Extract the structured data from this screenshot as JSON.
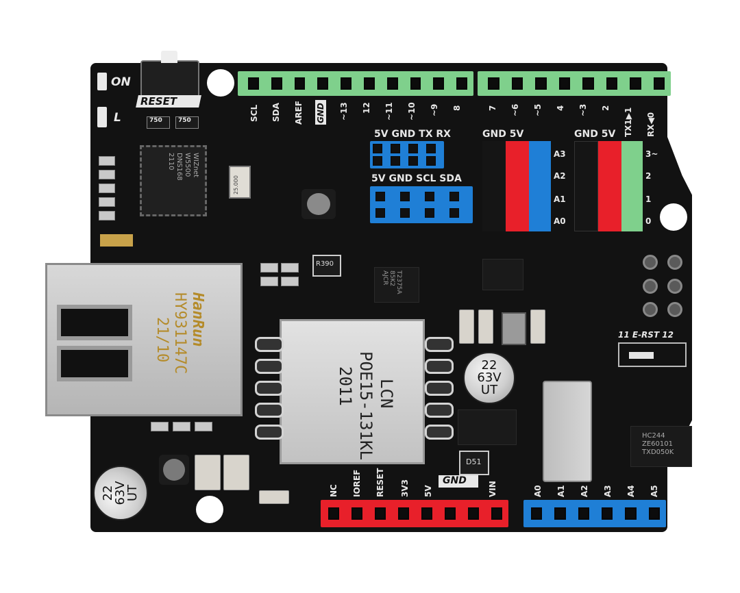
{
  "board": {
    "pcb_color": "#121212",
    "silkscreen_color": "#e8e8e8"
  },
  "labels": {
    "on": "ON",
    "l": "L",
    "reset_button": "RESET",
    "r750a": "750",
    "r750b": "750",
    "top_left_pins": [
      "SCL",
      "SDA",
      "AREF",
      "GND",
      "~13",
      "12",
      "~11",
      "~10",
      "~9",
      "8"
    ],
    "top_right_pins": [
      "7",
      "~6",
      "~5",
      "4",
      "~3",
      "2",
      "TX1▶1",
      "RX◀0"
    ],
    "uart_header": "5V GND TX  RX",
    "i2c_header": "5V GND SCL SDA",
    "analog_block_header": "GND 5V",
    "digital_block_header": "GND 5V",
    "analog_block_rows": [
      "A3",
      "A2",
      "A1",
      "A0"
    ],
    "digital_block_rows": [
      "3~",
      "2",
      "1",
      "0"
    ],
    "bottom_power_pins": [
      "NC",
      "IOREF",
      "RESET",
      "3V3",
      "5V",
      "GND",
      "VIN"
    ],
    "bottom_analog_pins": [
      "A0",
      "A1",
      "A2",
      "A3",
      "A4",
      "A5"
    ],
    "e_rst": "11  E-RST  12",
    "resistor_r390": "R390",
    "diode_d51": "D51"
  },
  "chips": {
    "ethernet_controller": [
      "WIZnet",
      "W5500",
      "DNS168",
      "2110"
    ],
    "crystal": "25.000",
    "small_ic": [
      "T2375A",
      "85K2",
      "AJCR"
    ],
    "logic_ic": [
      "HC244",
      "ZE60101",
      "TXD050K"
    ]
  },
  "rj45": {
    "brand": "HanRun",
    "model": "HY931147C",
    "date": "21/10"
  },
  "transformer": {
    "brand": "LCN",
    "model": "POE15-131KL",
    "year": "2011"
  },
  "capacitors": {
    "right": [
      "22",
      "63V",
      "UT"
    ],
    "left": [
      "22",
      "63V",
      "UT"
    ]
  },
  "colors": {
    "header_green": "#7fd08c",
    "header_red": "#e8202a",
    "header_blue": "#1f7fd6",
    "block_black": "#151515",
    "metal": "#cfcfcf",
    "gold": "#c8a24a"
  }
}
